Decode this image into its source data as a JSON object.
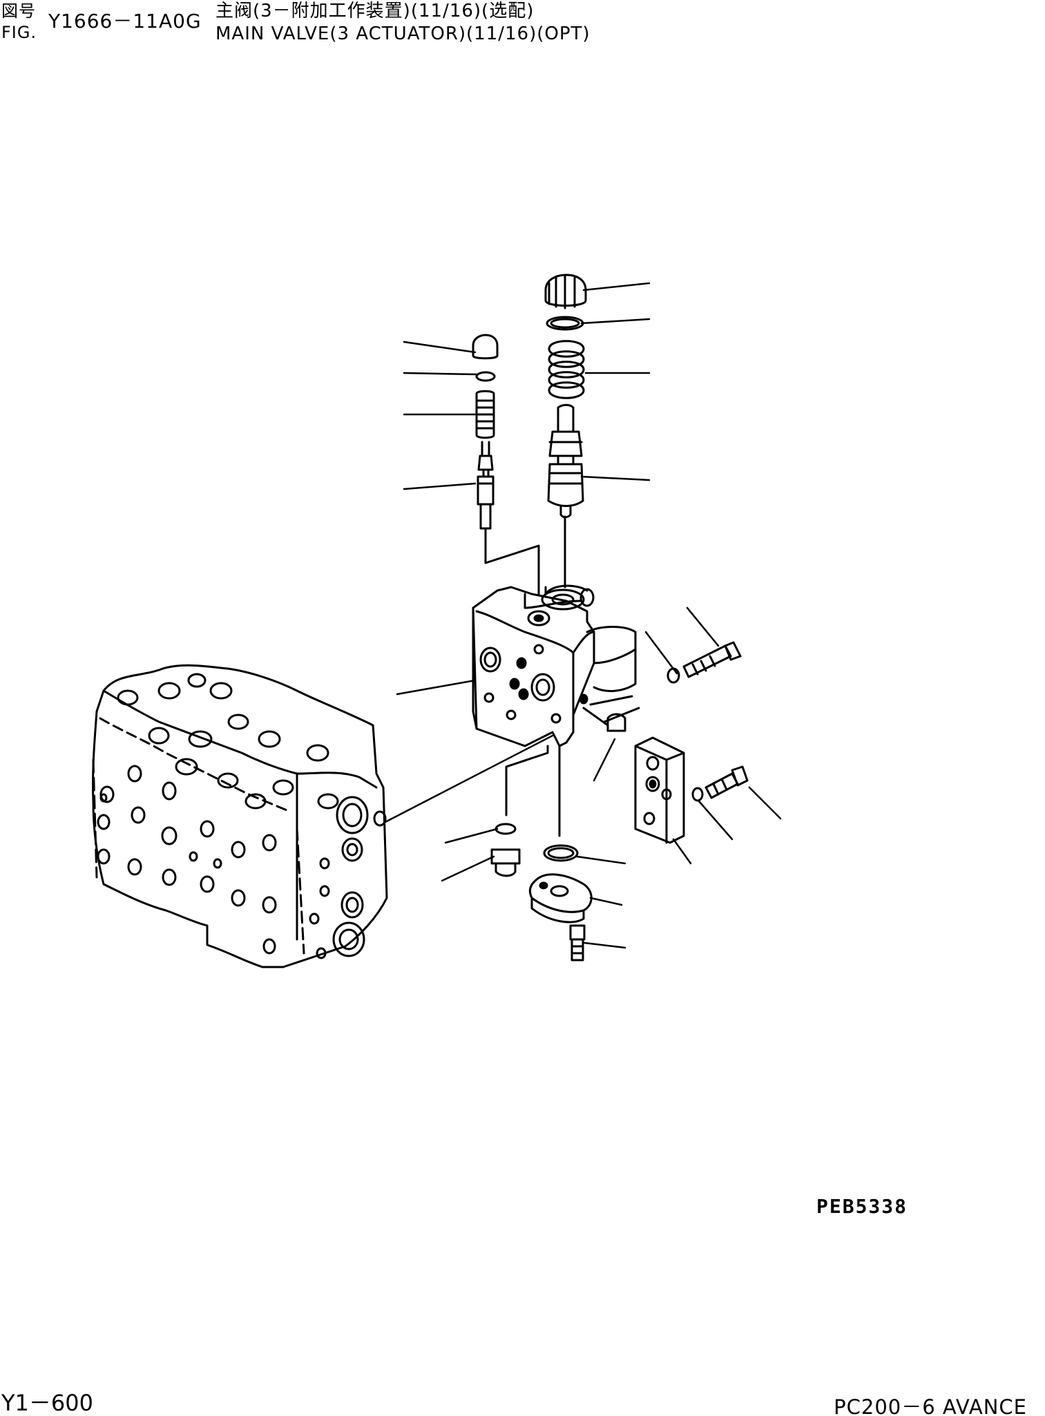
{
  "header": {
    "fig_label_jp": "図号",
    "fig_label_en": "FIG.",
    "fig_number": "Y1666－11A0G",
    "title_jp": "主阀(3－附加工作装置)(11/16)(选配)",
    "title_en": "MAIN VALVE(3 ACTUATOR)(11/16)(OPT)"
  },
  "footer": {
    "drawing_code": "PEB5338",
    "page_number": "Y1－600",
    "model_name": "PC200－6 AVANCE"
  },
  "colors": {
    "ink": "#000000",
    "paper": "#ffffff"
  }
}
